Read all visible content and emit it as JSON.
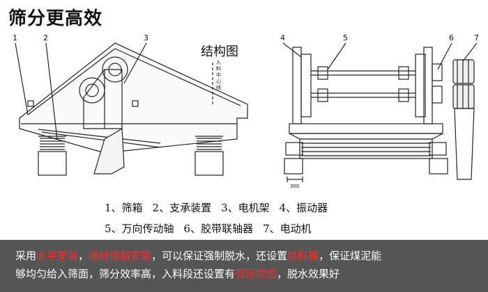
{
  "title": "筛分更高效",
  "figure_title": "结构图",
  "callouts": [
    "1",
    "2",
    "3",
    "4",
    "5",
    "6",
    "7"
  ],
  "side_label": "入料中心线",
  "dim_label": "300",
  "legend": [
    [
      "1、筛箱",
      "2、支承装置",
      "3、电机架",
      "4、振动器"
    ],
    [
      "5、万向传动轴",
      "6、胶带联轴器",
      "7、电动机"
    ]
  ],
  "caption": {
    "line1": [
      {
        "t": "采用",
        "hl": false
      },
      {
        "t": "水平安装",
        "hl": true
      },
      {
        "t": "，",
        "hl": false
      },
      {
        "t": "筛网倾斜安装",
        "hl": true
      },
      {
        "t": "，可以保证强制脱水，还设置",
        "hl": false
      },
      {
        "t": "给料箱",
        "hl": true
      },
      {
        "t": "，保证煤泥能",
        "hl": false
      }
    ],
    "line2": [
      {
        "t": "够均匀给入筛面，筛分效率高，入料段还设置有",
        "hl": false
      },
      {
        "t": "弧形筛面",
        "hl": true
      },
      {
        "t": "，脱水效果好",
        "hl": false
      }
    ]
  },
  "colors": {
    "caption_bg": "#555555",
    "highlight": "#ff2a2a",
    "line": "#222222"
  }
}
